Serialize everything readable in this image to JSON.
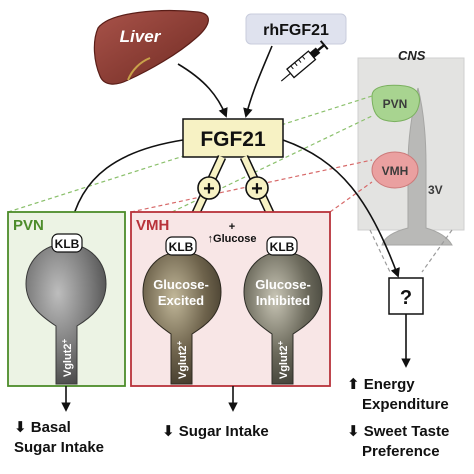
{
  "sources": {
    "liver": "Liver",
    "rhfgf21": "rhFGF21"
  },
  "hub": "FGF21",
  "cns": {
    "title": "CNS",
    "pvn": "PVN",
    "vmh": "VMH",
    "third_ventricle": "3V"
  },
  "pvn_box": {
    "title": "PVN",
    "receptor": "KLB",
    "neuron_marker": "Vglut2",
    "marker_superscript": "+"
  },
  "vmh_box": {
    "title": "VMH",
    "receptor_left": "KLB",
    "receptor_right": "KLB",
    "plus_sign": "+",
    "glucose_label": "Glucose",
    "excited_line1": "Glucose-",
    "excited_line2": "Excited",
    "inhibited_line1": "Glucose-",
    "inhibited_line2": "Inhibited",
    "neuron_marker": "Vglut2",
    "marker_superscript": "+"
  },
  "stimulation_signs": [
    "+",
    "+"
  ],
  "unknown": "?",
  "outcomes": {
    "pvn_line1": "Basal",
    "pvn_line2": "Sugar Intake",
    "vmh": "Sugar Intake",
    "cns_line1": "Energy",
    "cns_line2": "Expenditure",
    "cns_line3": "Sweet Taste",
    "cns_line4": "Preference"
  },
  "colors": {
    "liver": "#8a3a30",
    "rhfgf21_bg": "#dfe2ee",
    "hub_bg": "#f7f2c4",
    "pvn_green": "#4c8c2a",
    "pvn_box_bg": "#ecf3e4",
    "vmh_red": "#b8323a",
    "vmh_box_bg": "#f8e6e6",
    "cns_gray": "#cccccc",
    "neuron_gray": "#6a6a6a",
    "neuron_olive": "#5a5140"
  }
}
